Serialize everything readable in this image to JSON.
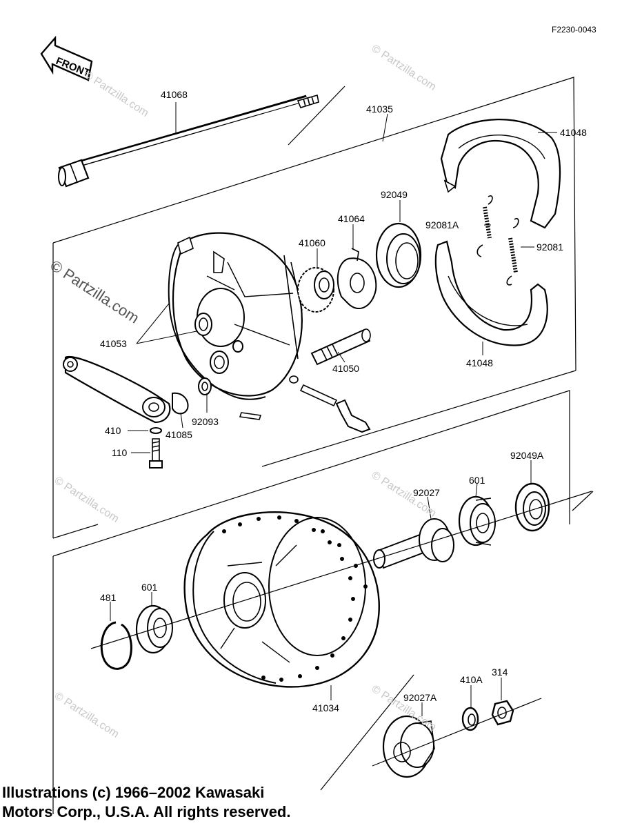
{
  "diagram_code": "F2230-0043",
  "front_label": "FRONT",
  "watermark_text": "© Partzilla.com",
  "copyright_lines": [
    "Illustrations (c) 1966–2002 Kawasaki",
    "Motors Corp., U.S.A.  All rights reserved."
  ],
  "part_labels": {
    "p41068": "41068",
    "p41035": "41035",
    "p41048_top": "41048",
    "p92049": "92049",
    "p41064": "41064",
    "p92081A": "92081A",
    "p41060": "41060",
    "p92081": "92081",
    "p41053": "41053",
    "p41050": "41050",
    "p41048_bottom": "41048",
    "p410": "410",
    "p41085": "41085",
    "p92093": "92093",
    "p110": "110",
    "p92049A": "92049A",
    "p601_right": "601",
    "p92027": "92027",
    "p481": "481",
    "p601_left": "601",
    "p41034": "41034",
    "p410A": "410A",
    "p314": "314",
    "p92027A": "92027A"
  }
}
